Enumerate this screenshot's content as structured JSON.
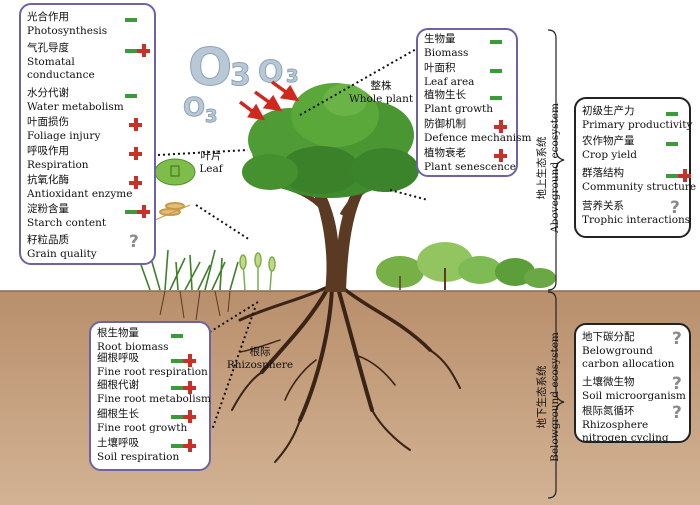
{
  "leaf_panel": {
    "items": [
      {
        "zh": "光合作用",
        "en": "Photosynthesis",
        "effect": "decrease"
      },
      {
        "zh": "气孔导度",
        "en": "Stomatal",
        "en2": "conductance",
        "effect": "both"
      },
      {
        "zh": "水分代谢",
        "en": "Water metabolism",
        "effect": "decrease"
      },
      {
        "zh": "叶面损伤",
        "en": "Foliage injury",
        "effect": "increase"
      },
      {
        "zh": "呼吸作用",
        "en": "Respiration",
        "effect": "increase"
      },
      {
        "zh": "抗氧化酶",
        "en": "Antioxidant enzyme",
        "effect": "increase"
      },
      {
        "zh": "淀粉含量",
        "en": "Starch content",
        "effect": "both"
      },
      {
        "zh": "籽粒品质",
        "en": "Grain quality",
        "effect": "unknown"
      }
    ]
  },
  "plant_panel": {
    "items": [
      {
        "zh": "生物量",
        "en": "Biomass",
        "effect": "decrease"
      },
      {
        "zh": "叶面积",
        "en": "Leaf area",
        "effect": "decrease"
      },
      {
        "zh": "植物生长",
        "en": "Plant growth",
        "effect": "decrease"
      },
      {
        "zh": "防御机制",
        "en": "Defence mechanism",
        "effect": "increase"
      },
      {
        "zh": "植物衰老",
        "en": "Plant senescence",
        "effect": "increase"
      }
    ]
  },
  "root_panel": {
    "items": [
      {
        "zh": "根生物量",
        "en": "Root biomass",
        "effect": "decrease"
      },
      {
        "zh": "细根呼吸",
        "en": "Fine root respiration",
        "effect": "both"
      },
      {
        "zh": "细根代谢",
        "en": "Fine root metabolism",
        "effect": "both"
      },
      {
        "zh": "细根生长",
        "en": "Fine root growth",
        "effect": "both"
      },
      {
        "zh": "土壤呼吸",
        "en": "Soil respiration",
        "effect": "both"
      }
    ]
  },
  "eco_above_panel": {
    "items": [
      {
        "zh": "初级生产力",
        "en": "Primary productivity",
        "effect": "decrease"
      },
      {
        "zh": "农作物产量",
        "en": "Crop yield",
        "effect": "decrease"
      },
      {
        "zh": "群落结构",
        "en": "Community structure",
        "effect": "both"
      },
      {
        "zh": "营养关系",
        "en": "Trophic interactions",
        "effect": "unknown"
      }
    ]
  },
  "eco_below_panel": {
    "items": [
      {
        "zh": "地下碳分配",
        "en": "Belowground",
        "en2": "carbon allocation",
        "effect": "unknown"
      },
      {
        "zh": "土壤微生物",
        "en": "Soil microorganism",
        "effect": "unknown"
      },
      {
        "zh": "根际氮循环",
        "en": "Rhizosphere",
        "en2": "nitrogen cycling",
        "effect": "unknown"
      }
    ]
  },
  "labels": {
    "leaf_zh": "叶片",
    "leaf_en": "Leaf",
    "whole_plant_zh": "整株",
    "whole_plant_en": "Whole plant",
    "rhizosphere_zh": "根际",
    "rhizosphere_en": "Rhizosphere",
    "above_zh": "地上生态系统",
    "above_en": "Aboveground ecosystem",
    "below_zh": "地下生态系统",
    "below_en": "Belowground ecosystem"
  },
  "ozone": {
    "o_symbol": "O",
    "subscript": "3"
  },
  "colors": {
    "increase": "#c8312a",
    "decrease": "#3d9a3a",
    "unknown": "#8a8a8a",
    "panel_border": "#6e62a6",
    "soil": "#c49c7a",
    "ozone": "#b8c8d6",
    "arrow": "#d0281f"
  }
}
